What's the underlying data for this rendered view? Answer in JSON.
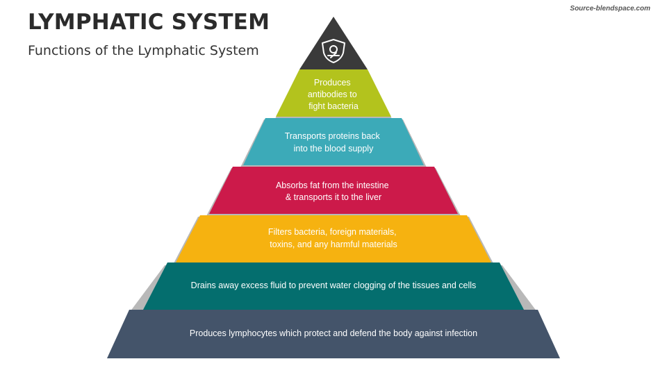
{
  "header": {
    "title": "LYMPHATIC SYSTEM",
    "subtitle": "Functions of the Lymphatic System",
    "source": "Source-blendspace.com"
  },
  "pyramid": {
    "apex_icon": "lymph-shield-icon",
    "tiers": [
      {
        "lines": [
          "Produces",
          "antibodies to",
          "fight bacteria"
        ],
        "color": "#b3c31d"
      },
      {
        "lines": [
          "Transports proteins back",
          "into the blood supply"
        ],
        "color": "#3caab8"
      },
      {
        "lines": [
          "Absorbs fat from the intestine",
          "& transports it to the liver"
        ],
        "color": "#cc1a4a"
      },
      {
        "lines": [
          "Filters bacteria, foreign materials,",
          "toxins, and any harmful materials"
        ],
        "color": "#f6b210"
      },
      {
        "lines": [
          "Drains away excess fluid to prevent water clogging of the tissues and cells"
        ],
        "color": "#046e6e"
      },
      {
        "lines": [
          "Produces lymphocytes which protect and defend the body against infection"
        ],
        "color": "#44546a"
      }
    ],
    "apex_color": "#3a3a3a"
  }
}
